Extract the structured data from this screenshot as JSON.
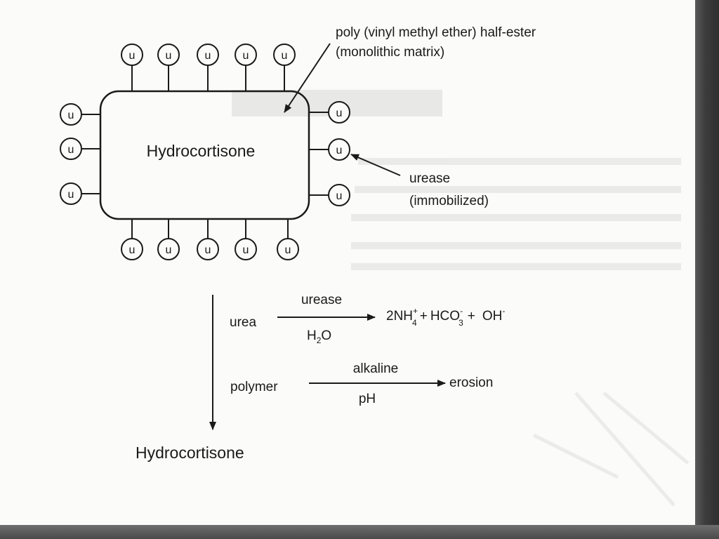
{
  "diagram": {
    "monomer_label": "u",
    "matrix": {
      "core_label": "Hydrocortisone",
      "polymer_label_line1": "poly (vinyl methyl ether) half-ester",
      "polymer_label_line2": "(monolithic matrix)",
      "enzyme_label_line1": "urease",
      "enzyme_label_line2": "(immobilized)"
    },
    "reaction1": {
      "reactant": "urea",
      "catalyst": "urease",
      "medium": "H",
      "medium_sub": "2",
      "medium_tail": "O",
      "p1": "2NH",
      "p1_sup": "+",
      "p1_sub": "4",
      "plus1": "+",
      "p2": "HCO",
      "p2_sup": "-",
      "p2_sub": "3",
      "plus2": "+",
      "p3": "OH",
      "p3_sup": "-"
    },
    "reaction2": {
      "reactant": "polymer",
      "condition_top": "alkaline",
      "condition_bottom": "pH",
      "product": "erosion"
    },
    "release_label": "Hydrocortisone"
  },
  "colors": {
    "frame": "#3a3a3a",
    "slide": "#fbfbf9",
    "ink": "#1a1a1a"
  }
}
